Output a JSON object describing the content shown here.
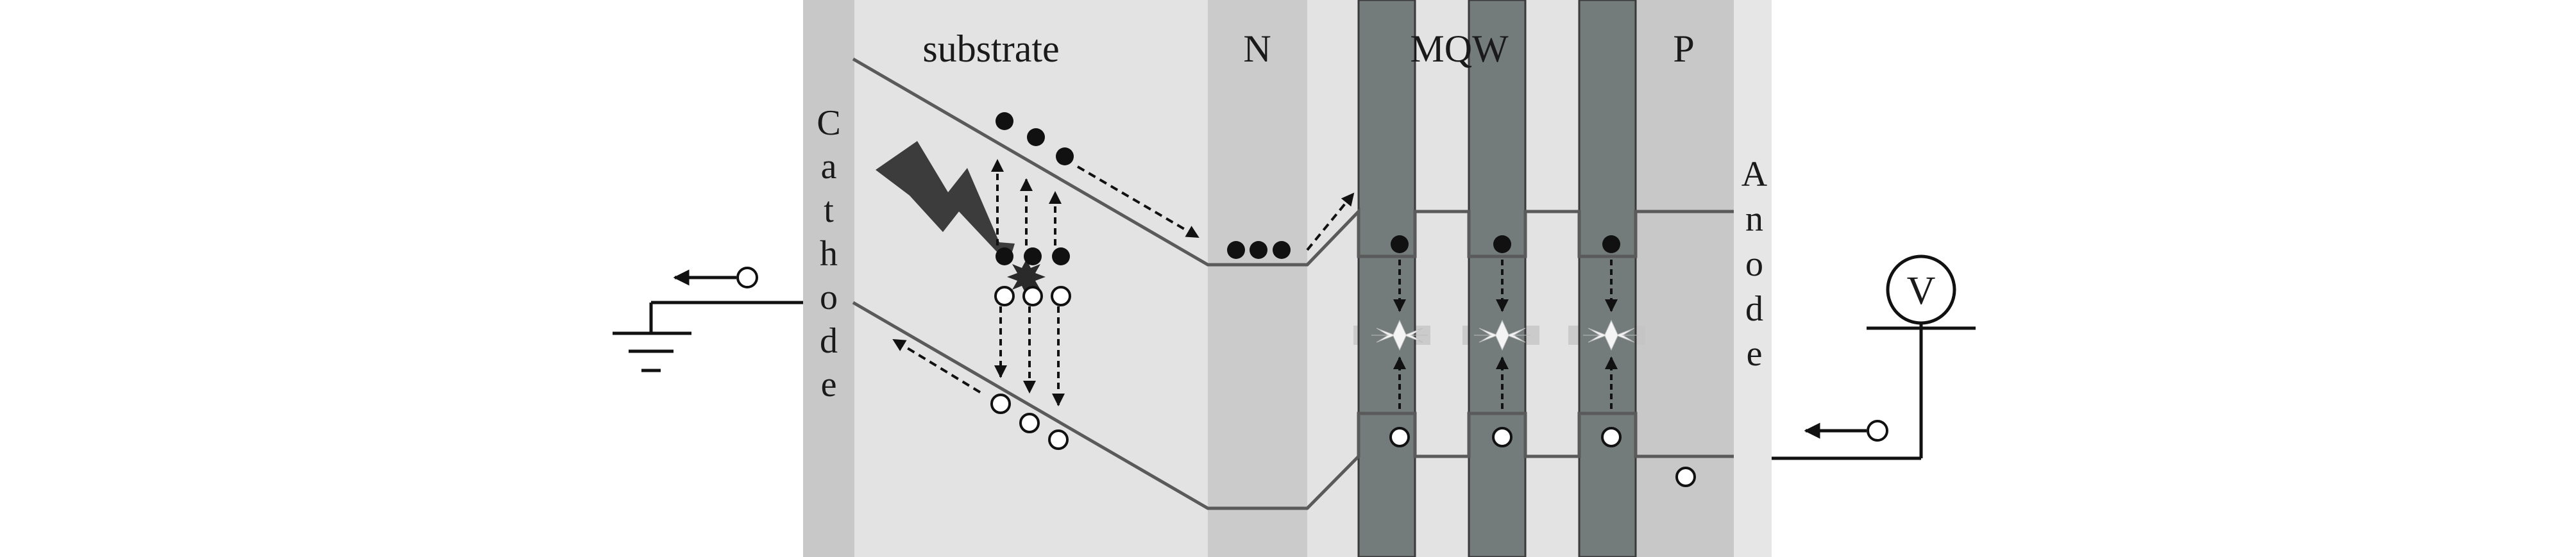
{
  "labels": {
    "substrate": "substrate",
    "n_layer": "N",
    "mqw": "MQW",
    "p_layer": "P",
    "cathode": "Cathode",
    "anode": "Anode",
    "voltmeter": "V"
  },
  "colors": {
    "background": "#ffffff",
    "device_light": "#e3e3e3",
    "cathode_column": "#c8c8c8",
    "n_column": "#cbcbcb",
    "p_column": "#c8c8c8",
    "anode_strip": "#e6e6e6",
    "barrier": "#737b7b",
    "band_line": "#5a5a5a",
    "electron": "#111111",
    "hole_fill": "#ffffff",
    "lightning": "#3c3c3c"
  },
  "icons": {
    "photon": "lightning-bolt-icon",
    "ground": "ground-icon",
    "voltmeter": "voltmeter-icon",
    "emission": "light-emission-icon"
  }
}
